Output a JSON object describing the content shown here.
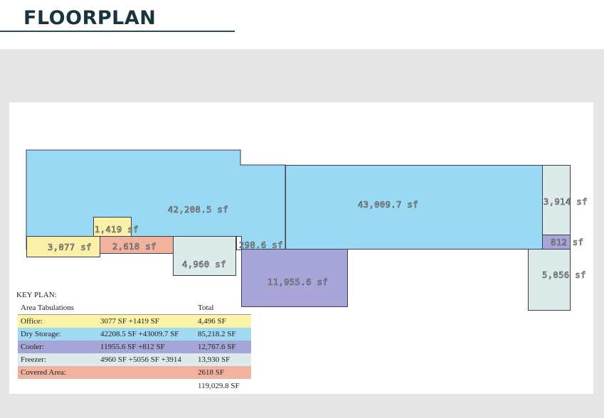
{
  "page": {
    "title": "FLOORPLAN"
  },
  "rooms": {
    "dry_left": "42,208.5 sf",
    "dry_right": "43,009.7 sf",
    "cooler_main": "11,955.6 sf",
    "cooler_small": "812 sf",
    "freezer_mid": "4,960 sf",
    "freezer_top": "3,914 sf",
    "freezer_right": "5,056 sf",
    "office_small": "1,419 sf",
    "office_main": "3,077 sf",
    "covered": "2,618 sf",
    "partial": "298.6 sf"
  },
  "key_plan": {
    "title": "KEY PLAN:",
    "header": {
      "name": "Area Tabulations",
      "total": "Total"
    },
    "rows": [
      {
        "name": "Office:",
        "detail": "3077 SF +1419 SF",
        "total": "4,496 SF",
        "color": "#fbf3a6"
      },
      {
        "name": "Dry Storage:",
        "detail": "42208.5 SF +43009.7 SF",
        "total": "85,218.2 SF",
        "color": "#9fd9f2"
      },
      {
        "name": "Cooler:",
        "detail": "11955.6 SF +812 SF",
        "total": "12,767.6 SF",
        "color": "#a6a5d8"
      },
      {
        "name": "Freezer:",
        "detail": "4960 SF +5056 SF +3914",
        "total": "13,930 SF",
        "color": "#dcebe9"
      },
      {
        "name": "Covered Area:",
        "detail": "",
        "total": "2618 SF",
        "color": "#f1b39f"
      }
    ],
    "grand_total": "119,029.8 SF"
  }
}
